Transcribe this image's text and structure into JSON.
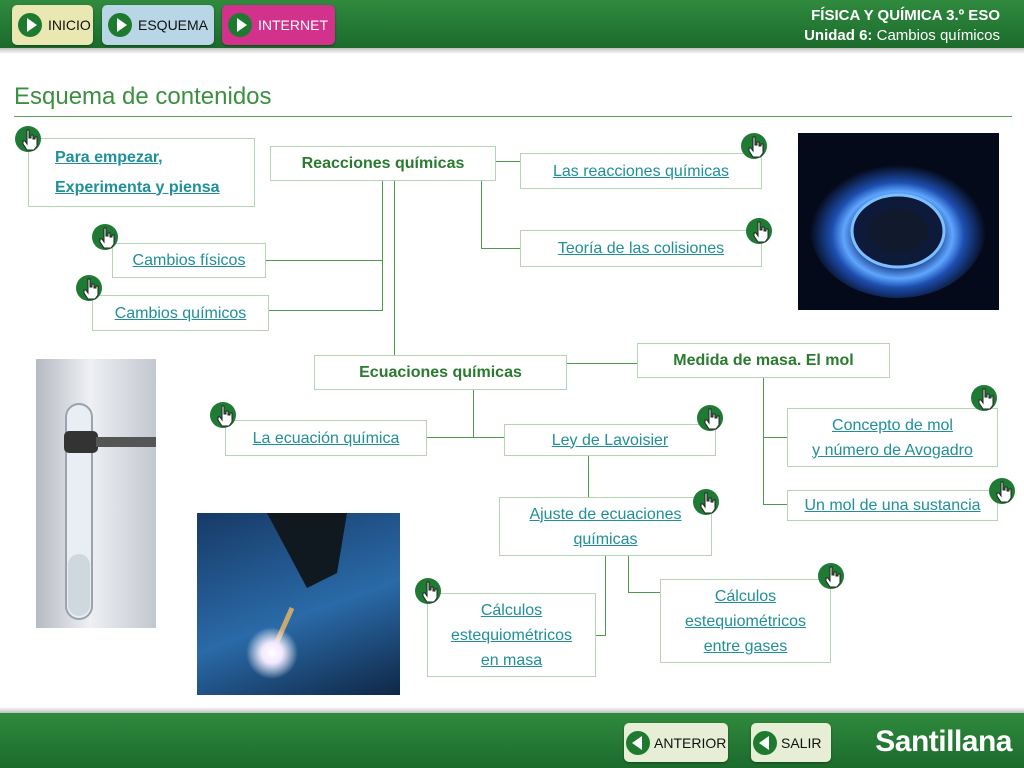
{
  "header": {
    "nav": [
      {
        "label": "INICIO"
      },
      {
        "label": "ESQUEMA"
      },
      {
        "label": "INTERNET"
      }
    ],
    "course": "FÍSICA Y QUÍMICA 3.º ESO",
    "unit_prefix": "Unidad 6:",
    "unit_name": "Cambios químicos"
  },
  "page_title": "Esquema de contenidos",
  "scheme": {
    "para_empezar_line1": "Para empezar,",
    "para_empezar_line2": "Experimenta y piensa",
    "reacciones": "Reacciones químicas",
    "las_reacciones": "Las reacciones químicas",
    "teoria": "Teoría de las colisiones",
    "cambios_fisicos": "Cambios físicos",
    "cambios_quimicos": "Cambios químicos",
    "ecuaciones": "Ecuaciones químicas",
    "medida_masa": "Medida de masa. El mol",
    "ecuacion_quimica": "La ecuación química",
    "lavoisier": "Ley de Lavoisier",
    "concepto_mol_line1": "Concepto de mol",
    "concepto_mol_line2": "y número de Avogadro",
    "mol_sustancia": "Un mol de una sustancia",
    "ajuste_line1": "Ajuste de ecuaciones",
    "ajuste_line2": "químicas",
    "calc_masa_line1": "Cálculos",
    "calc_masa_line2": "estequiométricos",
    "calc_masa_line3": "en masa",
    "calc_gases_line1": "Cálculos",
    "calc_gases_line2": "estequiométricos",
    "calc_gases_line3": "entre gases"
  },
  "footer": {
    "anterior": "ANTERIOR",
    "salir": "SALIR",
    "brand": "Santillana"
  },
  "colors": {
    "green": "#1f7a33",
    "link": "#1f8f99",
    "pink": "#d2318c"
  }
}
